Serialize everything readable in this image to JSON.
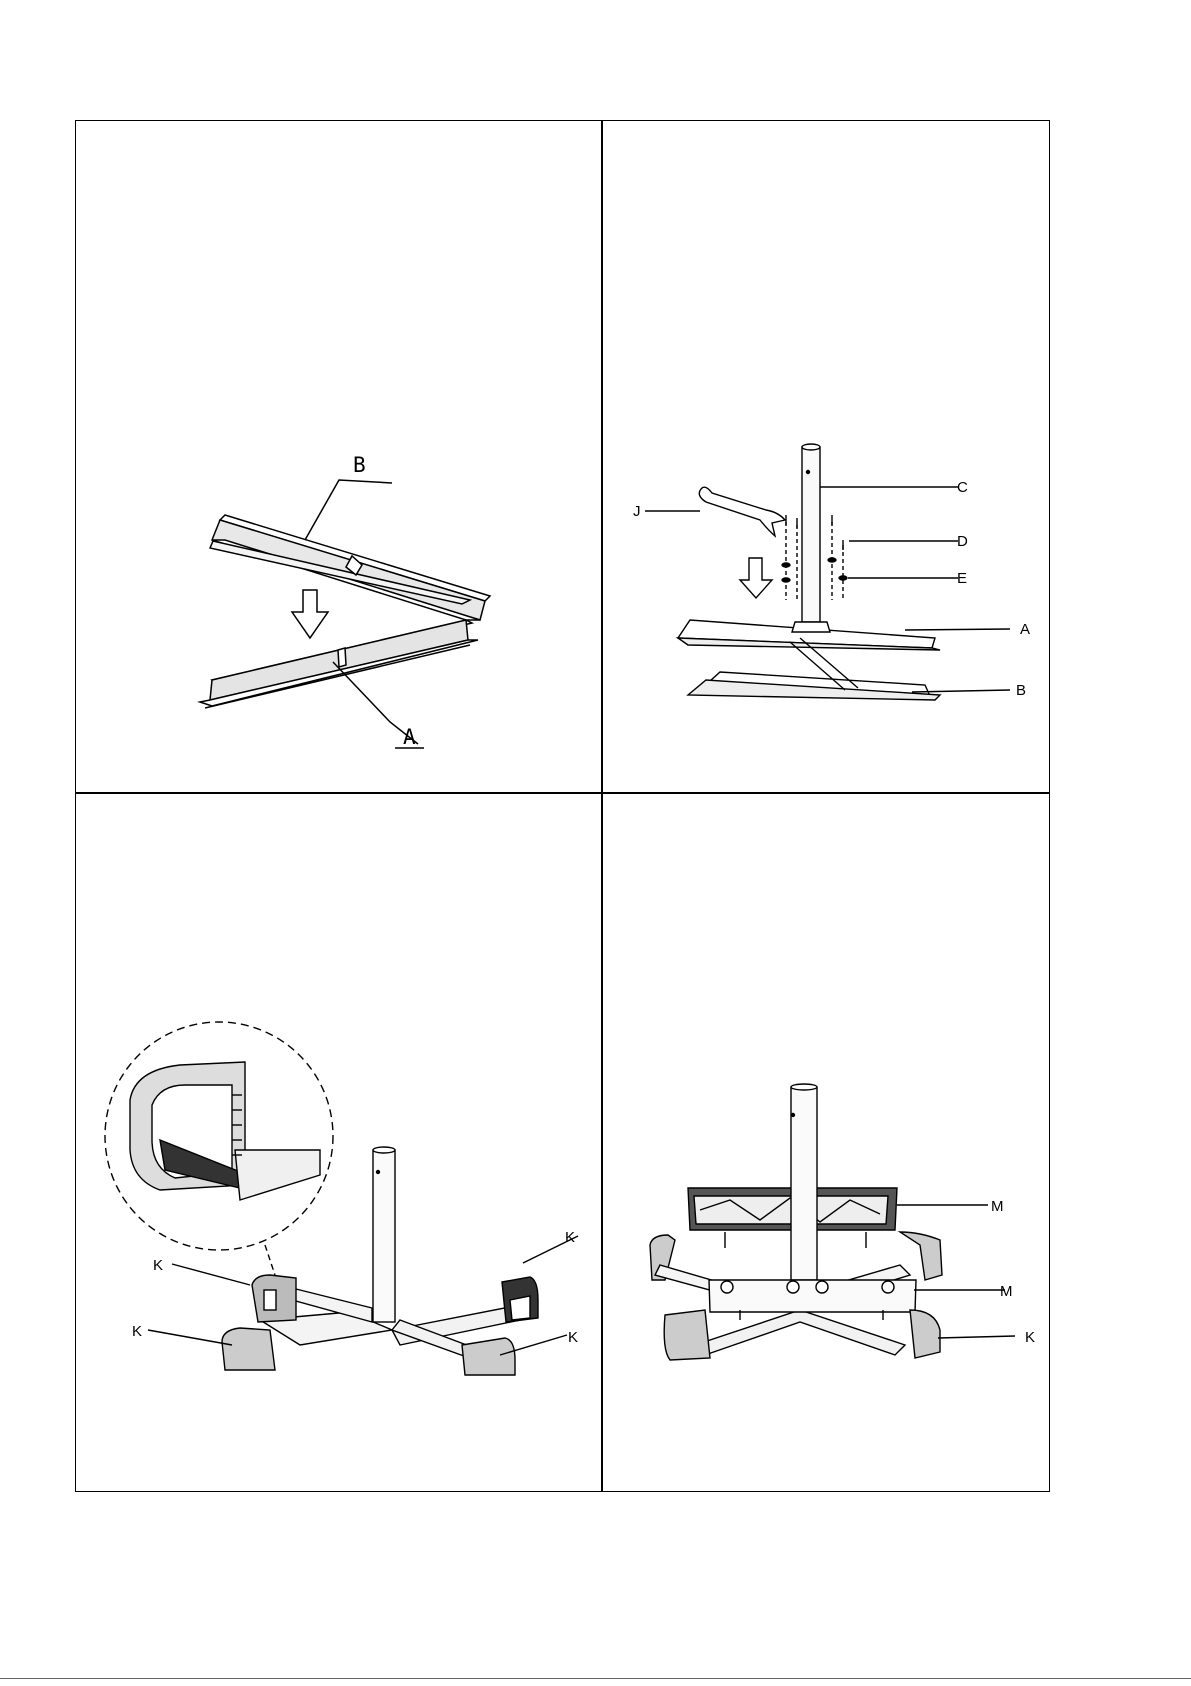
{
  "panels": {
    "step1": {
      "label_b": "B",
      "label_a": "A"
    },
    "step2": {
      "label_j": "J",
      "label_c": "C",
      "label_d": "D",
      "label_e": "E",
      "label_a": "A",
      "label_b": "B"
    },
    "step3": {
      "label_k1": "K",
      "label_k2": "K",
      "label_k3": "K",
      "label_k4": "K"
    },
    "step4": {
      "label_m1": "M",
      "label_m2": "M",
      "label_k": "K"
    }
  }
}
